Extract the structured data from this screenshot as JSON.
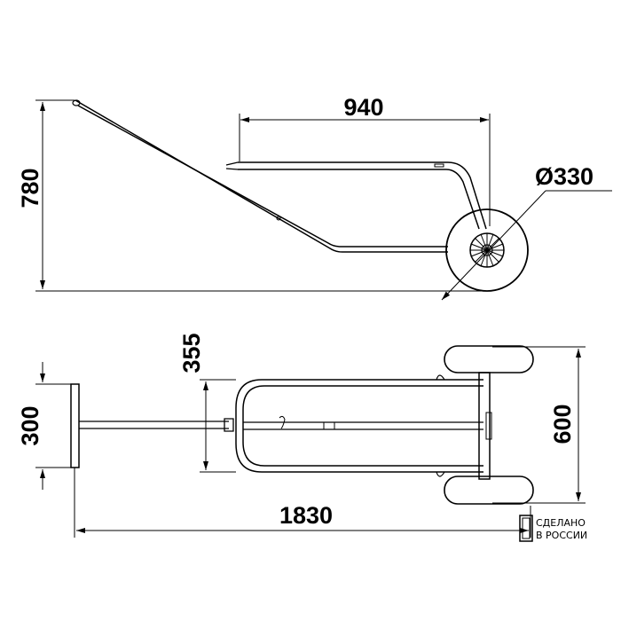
{
  "dimensions": {
    "length_top": "940",
    "wheel_diameter": "Ø330",
    "height": "780",
    "frame_width": "355",
    "handle_width": "300",
    "wheel_track": "600",
    "total_length": "1830"
  },
  "logo": {
    "letter": "В",
    "line1": "СДЕЛАНО",
    "line2": "В РОССИИ"
  }
}
